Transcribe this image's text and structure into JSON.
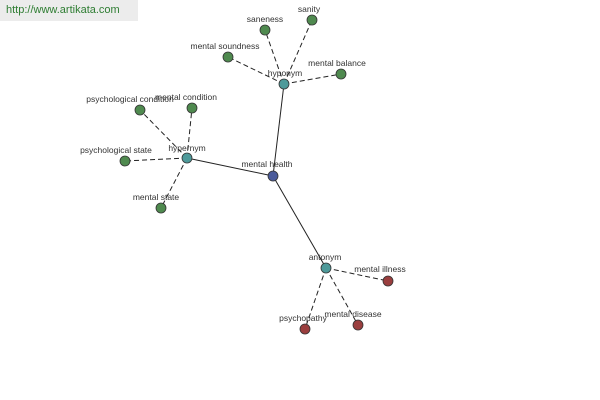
{
  "watermark": "http://www.artikata.com",
  "colors": {
    "center": "#4a5a9a",
    "relation": "#4e9a9a",
    "synonym": "#4f8a4f",
    "antonym": "#9a3e3e",
    "edge": "#222222"
  },
  "nodes": [
    {
      "id": "center",
      "label": "mental health",
      "kind": "center"
    },
    {
      "id": "hyponym",
      "label": "hyponym",
      "kind": "relation"
    },
    {
      "id": "hypernym",
      "label": "hypernym",
      "kind": "relation"
    },
    {
      "id": "antonym",
      "label": "antonym",
      "kind": "relation"
    },
    {
      "id": "saneness",
      "label": "saneness",
      "kind": "synonym"
    },
    {
      "id": "sanity",
      "label": "sanity",
      "kind": "synonym"
    },
    {
      "id": "mental-soundness",
      "label": "mental soundness",
      "kind": "synonym"
    },
    {
      "id": "mental-balance",
      "label": "mental balance",
      "kind": "synonym"
    },
    {
      "id": "psychological-condition",
      "label": "psychological condition",
      "kind": "synonym"
    },
    {
      "id": "mental-condition",
      "label": "mental condition",
      "kind": "synonym"
    },
    {
      "id": "psychological-state",
      "label": "psychological state",
      "kind": "synonym"
    },
    {
      "id": "mental-state",
      "label": "mental state",
      "kind": "synonym"
    },
    {
      "id": "mental-illness",
      "label": "mental illness",
      "kind": "antonym"
    },
    {
      "id": "psychopathy",
      "label": "psychopathy",
      "kind": "antonym"
    },
    {
      "id": "mental-disease",
      "label": "mental disease",
      "kind": "antonym"
    }
  ],
  "edges": [
    {
      "from": "center",
      "to": "hyponym",
      "style": "solid"
    },
    {
      "from": "center",
      "to": "hypernym",
      "style": "solid"
    },
    {
      "from": "center",
      "to": "antonym",
      "style": "solid"
    },
    {
      "from": "hyponym",
      "to": "saneness",
      "style": "dashed"
    },
    {
      "from": "hyponym",
      "to": "sanity",
      "style": "dashed"
    },
    {
      "from": "hyponym",
      "to": "mental-soundness",
      "style": "dashed"
    },
    {
      "from": "hyponym",
      "to": "mental-balance",
      "style": "dashed"
    },
    {
      "from": "hypernym",
      "to": "psychological-condition",
      "style": "dashed"
    },
    {
      "from": "hypernym",
      "to": "mental-condition",
      "style": "dashed"
    },
    {
      "from": "hypernym",
      "to": "psychological-state",
      "style": "dashed"
    },
    {
      "from": "hypernym",
      "to": "mental-state",
      "style": "dashed"
    },
    {
      "from": "antonym",
      "to": "mental-illness",
      "style": "dashed"
    },
    {
      "from": "antonym",
      "to": "psychopathy",
      "style": "dashed"
    },
    {
      "from": "antonym",
      "to": "mental-disease",
      "style": "dashed"
    }
  ]
}
